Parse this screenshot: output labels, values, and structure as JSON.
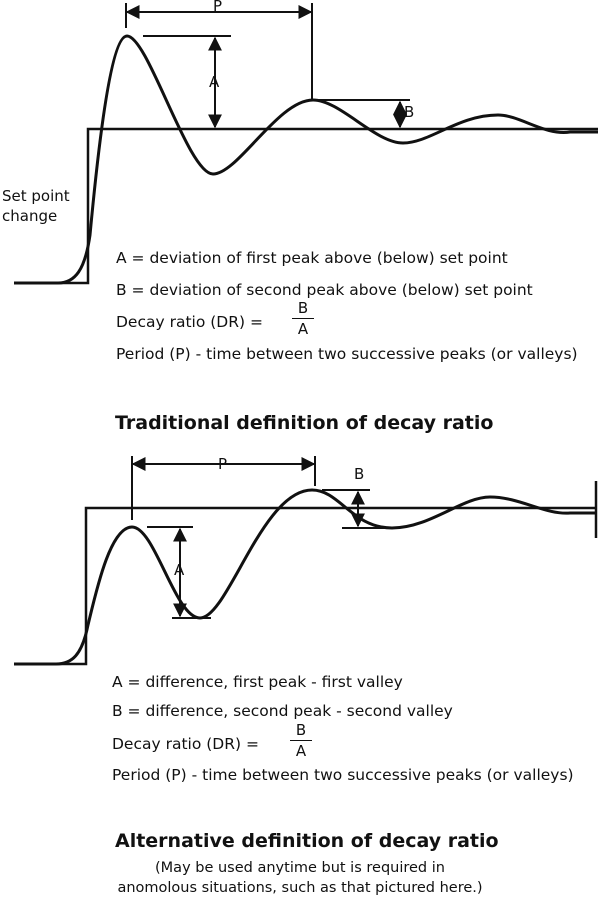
{
  "diagram1": {
    "labels": {
      "period": "P",
      "a": "A",
      "b": "B",
      "set_point": [
        "Set point",
        "change"
      ]
    },
    "definitions": {
      "a": "A = deviation of first peak above (below) set point",
      "b": "B = deviation of second peak above (below) set point",
      "dr": "Decay ratio (DR) =",
      "dr_num": "B",
      "dr_den": "A",
      "period": "Period (P) - time between two successive peaks (or valleys)"
    },
    "caption": "Traditional definition of decay ratio"
  },
  "diagram2": {
    "labels": {
      "period": "P",
      "a": "A",
      "b": "B"
    },
    "definitions": {
      "a": "A = difference, first peak - first valley",
      "b": "B = difference, second peak - second valley",
      "dr": "Decay ratio (DR) =",
      "dr_num": "B",
      "dr_den": "A",
      "period": "Period (P) - time between two successive peaks (or valleys)"
    },
    "caption": "Alternative definition of decay ratio",
    "note": [
      "(May be used anytime but is required in",
      "anomolous situations, such as that pictured here.)"
    ]
  }
}
